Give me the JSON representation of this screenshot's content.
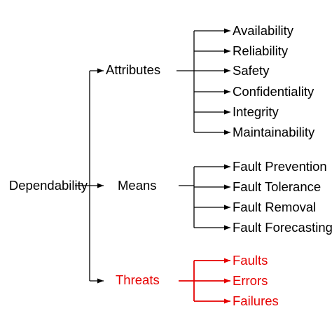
{
  "root": {
    "label": "Dependability"
  },
  "branches": [
    {
      "label": "Attributes",
      "color": "#000000",
      "items": [
        "Availability",
        "Reliability",
        "Safety",
        "Confidentiality",
        "Integrity",
        "Maintainability"
      ]
    },
    {
      "label": "Means",
      "color": "#000000",
      "items": [
        "Fault Prevention",
        "Fault Tolerance",
        "Fault Removal",
        "Fault Forecasting"
      ]
    },
    {
      "label": "Threats",
      "color": "#e60000",
      "items": [
        "Faults",
        "Errors",
        "Failures"
      ]
    }
  ]
}
